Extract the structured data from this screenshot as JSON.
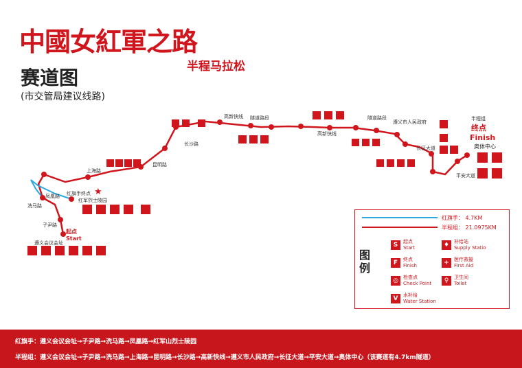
{
  "header": {
    "logo": "中國女紅軍之路",
    "subtitle": "半程马拉松",
    "map_title": "赛道图",
    "note": "(市交管局建议线路)"
  },
  "map": {
    "roads": {
      "zunyi_hall": "遵义会议会址",
      "ziyin": "子尹路",
      "xima": "洗马路",
      "fenghuang": "凤凰路",
      "hongqi_end": "红旗手终点",
      "cemetery": "红军烈士陵园",
      "shanghai": "上海路",
      "kunming": "昆明路",
      "changsha": "长沙路",
      "gaoxin": "高新快线",
      "gaoxin2": "高新快线",
      "tunnel1": "隧道路段",
      "tunnel2": "隧道路段",
      "gov": "遵义市人民政府",
      "changzheng": "长征大道",
      "pingan": "平安大道",
      "sports": "奥体中心"
    },
    "start_cn": "起点",
    "start_en": "Start",
    "finish_cn": "终点",
    "finish_en": "Finish",
    "half_group": "半程组"
  },
  "legend": {
    "red_flag": "红旗手： 4.7KM",
    "half": "半程组： 21.0975KM",
    "title": "图例",
    "items": [
      {
        "icon": "S",
        "cn": "起点",
        "en": "Start"
      },
      {
        "icon": "F",
        "cn": "终点",
        "en": "Finish"
      },
      {
        "icon": "◎",
        "cn": "检查点",
        "en": "Check Point"
      },
      {
        "icon": "V",
        "cn": "水补给",
        "en": "Water Station"
      },
      {
        "icon": "♦",
        "cn": "补给站",
        "en": "Supply Statio"
      },
      {
        "icon": "+",
        "cn": "医疗救援",
        "en": "First Aid"
      },
      {
        "icon": "♀",
        "cn": "卫生间",
        "en": "Toilet"
      }
    ]
  },
  "footer": {
    "line1": "红旗手：遵义会议会址→子尹路→洗马路→凤凰路→红军山烈士陵园",
    "line2": "半程组：遵义会议会址→子尹路→洗马路→上海路→昆明路→长沙路→高新快线→遵义市人民政府→长征大道→平安大道→奥体中心（该赛道有4.7km隧道）"
  },
  "colors": {
    "route_red": "#d0161c",
    "route_blue": "#29a9e0",
    "footer_bg": "#c8161d"
  }
}
